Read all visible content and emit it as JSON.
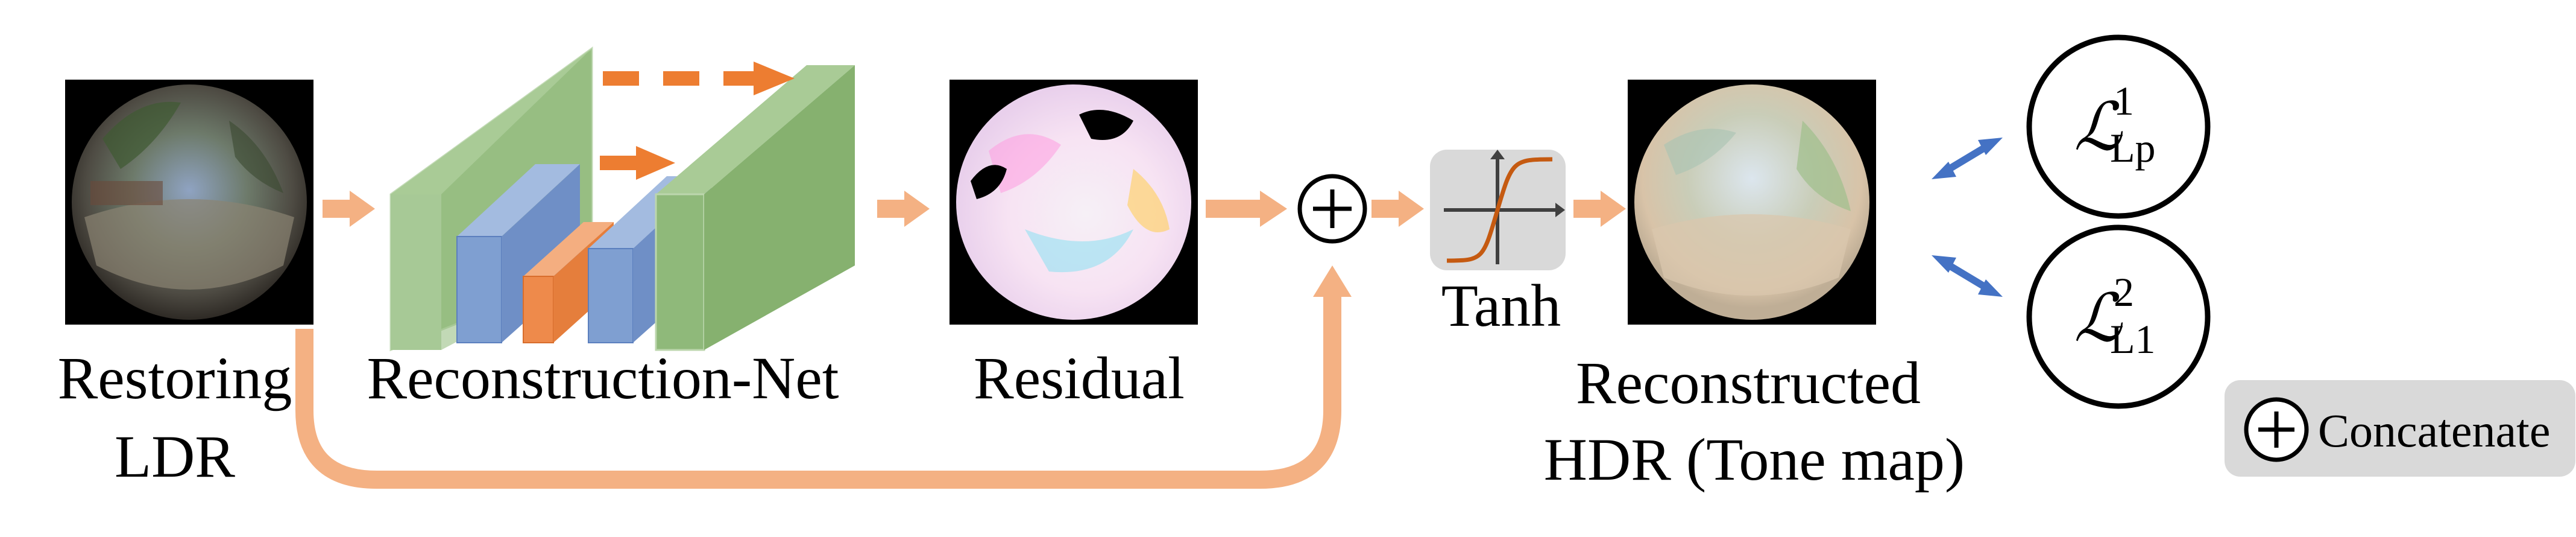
{
  "labels": {
    "restoring_line1": "Restoring",
    "restoring_line2": "LDR",
    "reconstruction_net": "Reconstruction-Net",
    "residual": "Residual",
    "tanh": "Tanh",
    "reconstructed_line1": "Reconstructed",
    "reconstructed_line2": "HDR (Tone map)"
  },
  "losses": {
    "lp": {
      "symbol": "ℒ",
      "sup": "1",
      "sub": "Lp"
    },
    "l1": {
      "symbol": "ℒ",
      "sup": "2",
      "sub": "L1"
    }
  },
  "legend": {
    "label": "Concatenate",
    "symbol": "+"
  },
  "colors": {
    "flow_arrow": "#f4b183",
    "skip_arrow": "#ed7d31",
    "block_green": "#8fb97a",
    "block_blue": "#7f9fd1",
    "block_orange": "#ee8a4b",
    "loss_arrow": "#4472c4",
    "legend_bg": "#d9d9d9",
    "tanh_curve": "#c55a11"
  }
}
